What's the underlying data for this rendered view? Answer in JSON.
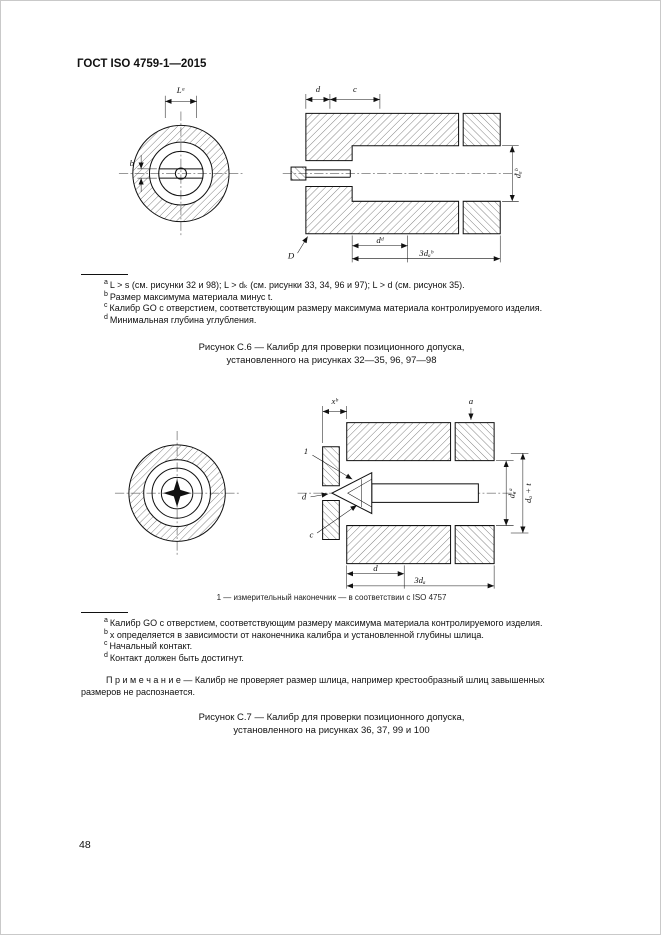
{
  "page": {
    "header": "ГОСТ ISO 4759-1—2015",
    "number": "48"
  },
  "figure_c6": {
    "labels": {
      "L": "Lᵃ",
      "b": "b",
      "d": "d",
      "c": "c",
      "da": "dₐᵇ",
      "D": "D",
      "depth": "dᵈ",
      "depth3": "3dₐᵇ"
    },
    "footnotes": [
      {
        "marker": "a",
        "text": "L > s (см. рисунки 32 и 98); L > dₖ (см. рисунки 33, 34, 96 и 97); L > d (см. рисунок 35)."
      },
      {
        "marker": "b",
        "text": "Размер максимума материала минус t."
      },
      {
        "marker": "c",
        "text": "Калибр GO с отверстием, соответствующим размеру максимума материала контролируемого изделия."
      },
      {
        "marker": "d",
        "text": "Минимальная глубина углубления."
      }
    ],
    "caption_line1": "Рисунок С.6 — Калибр для проверки позиционного допуска,",
    "caption_line2": "установленного на рисунках 32—35, 96, 97—98"
  },
  "figure_c7": {
    "labels": {
      "x": "xᵇ",
      "a": "a",
      "item1": "1",
      "d_contact": "d",
      "c_contact": "c",
      "da": "dₐᵃ",
      "da_t": "dₐ + t",
      "d_depth": "d",
      "depth3": "3dₐ"
    },
    "legend": "1 — измерительный наконечник — в соответствии с ISO 4757",
    "footnotes": [
      {
        "marker": "a",
        "text": "Калибр GO с отверстием, соответствующим размеру максимума материала контролируемого изделия."
      },
      {
        "marker": "b",
        "text": "x определяется в зависимости от наконечника калибра и установленной глубины шлица."
      },
      {
        "marker": "c",
        "text": "Начальный контакт."
      },
      {
        "marker": "d",
        "text": "Контакт должен быть достигнут."
      }
    ],
    "note": "П р и м е ч а н и е — Калибр не проверяет размер шлица, например крестообразный шлиц завышенных размеров не распознается.",
    "caption_line1": "Рисунок С.7 — Калибр для проверки позиционного допуска,",
    "caption_line2": "установленного на рисунках 36, 37, 99 и 100"
  }
}
